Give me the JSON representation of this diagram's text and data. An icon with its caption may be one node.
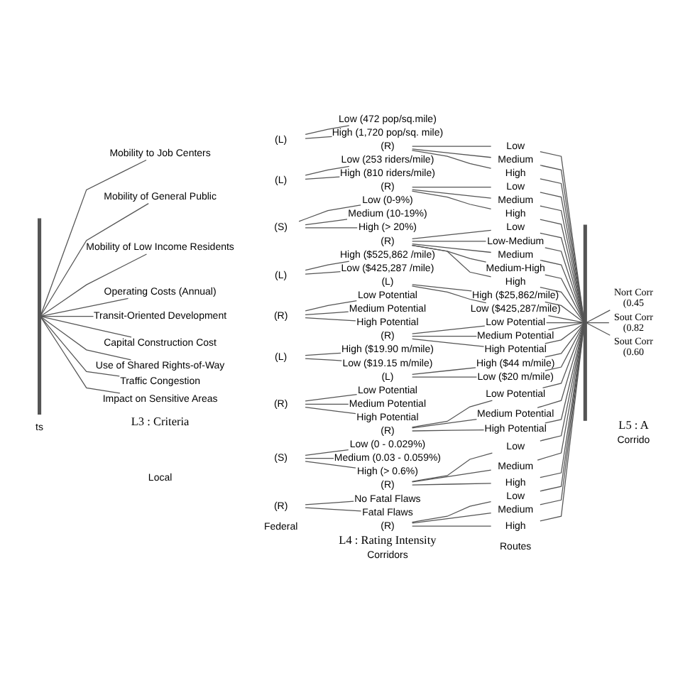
{
  "diagram": {
    "nodes": [
      {
        "text": [],
        "shape": "bar"
      },
      {
        "text": [
          "Mobility to Job Centers"
        ]
      },
      {
        "text": [
          "(L)"
        ]
      },
      {
        "text": [
          "Low (472 pop/sq.mile)"
        ]
      },
      {
        "text": [
          "High (1,720 pop/sq. mile)"
        ]
      },
      {
        "text": [
          "(R)"
        ]
      },
      {
        "text": [
          "Low"
        ]
      },
      {
        "text": [
          "Medium"
        ]
      },
      {
        "text": [
          "High"
        ]
      },
      {
        "text": [
          "Mobility of General Public"
        ]
      },
      {
        "text": [
          "(L)"
        ]
      },
      {
        "text": [
          "Low (253 riders/mile)"
        ]
      },
      {
        "text": [
          "High (810 riders/mile)"
        ]
      },
      {
        "text": [
          "(R)"
        ]
      },
      {
        "text": [
          "Low"
        ]
      },
      {
        "text": [
          "Medium"
        ]
      },
      {
        "text": [
          "High"
        ]
      },
      {
        "text": [
          "Mobility of Low Income Residents"
        ]
      },
      {
        "text": [
          "(S)"
        ]
      },
      {
        "text": [
          "Low (0-9%)"
        ]
      },
      {
        "text": [
          "Medium (10-19%)"
        ]
      },
      {
        "text": [
          "High (> 20%)"
        ]
      },
      {
        "text": [
          "(R)"
        ]
      },
      {
        "text": [
          "Low"
        ]
      },
      {
        "text": [
          "Low-Medium"
        ]
      },
      {
        "text": [
          "Medium"
        ]
      },
      {
        "text": [
          "Medium-High"
        ]
      },
      {
        "text": [
          "High"
        ]
      },
      {
        "text": [
          "Operating Costs (Annual)"
        ]
      },
      {
        "text": [
          "(L)"
        ]
      },
      {
        "text": [
          "High ($525,862 /mile)"
        ]
      },
      {
        "text": [
          "Low ($425,287 /mile)"
        ]
      },
      {
        "text": [
          "(L)"
        ]
      },
      {
        "text": [
          "High ($25,862/mile)"
        ]
      },
      {
        "text": [
          "Low ($425,287/mile)"
        ]
      },
      {
        "text": [
          "Transit-Oriented Development"
        ]
      },
      {
        "text": [
          "(R)"
        ]
      },
      {
        "text": [
          "Low Potential"
        ]
      },
      {
        "text": [
          "Medium Potential"
        ]
      },
      {
        "text": [
          "High Potential"
        ]
      },
      {
        "text": [
          "(R)"
        ]
      },
      {
        "text": [
          "Low Potential"
        ]
      },
      {
        "text": [
          "Medium Potential"
        ]
      },
      {
        "text": [
          "High Potential"
        ]
      },
      {
        "text": [
          "Capital Construction Cost"
        ]
      },
      {
        "text": [
          "(L)"
        ]
      },
      {
        "text": [
          "High ($19.90 m/mile)"
        ]
      },
      {
        "text": [
          "Low ($19.15 m/mile)"
        ]
      },
      {
        "text": [
          "(L)"
        ]
      },
      {
        "text": [
          "High ($44 m/mile)"
        ]
      },
      {
        "text": [
          "Low ($20 m/mile)"
        ]
      },
      {
        "text": [
          "Use of Shared Rights-of-Way"
        ]
      },
      {
        "text": [
          "(R)"
        ]
      },
      {
        "text": [
          "Low Potential"
        ]
      },
      {
        "text": [
          "Medium Potential"
        ]
      },
      {
        "text": [
          "High Potential"
        ]
      },
      {
        "text": [
          "(R)"
        ]
      },
      {
        "text": [
          "Low Potential"
        ]
      },
      {
        "text": [
          "Medium Potential"
        ]
      },
      {
        "text": [
          "High Potential"
        ]
      },
      {
        "text": [
          "Traffic Congestion"
        ]
      },
      {
        "text": [
          "(S)"
        ]
      },
      {
        "text": [
          "Low (0 - 0.029%)"
        ]
      },
      {
        "text": [
          "Medium (0.03 - 0.059%)"
        ]
      },
      {
        "text": [
          "High (> 0.6%)"
        ]
      },
      {
        "text": [
          "(R)"
        ]
      },
      {
        "text": [
          "Low"
        ]
      },
      {
        "text": [
          "Medium"
        ]
      },
      {
        "text": [
          "High"
        ]
      },
      {
        "text": [
          "Impact on Sensitive Areas"
        ]
      },
      {
        "text": [
          "(R)"
        ]
      },
      {
        "text": [
          "No Fatal Flaws"
        ]
      },
      {
        "text": [
          "Fatal Flaws"
        ]
      },
      {
        "text": [
          "(R)"
        ]
      },
      {
        "text": [
          "Low"
        ]
      },
      {
        "text": [
          "Medium"
        ]
      },
      {
        "text": [
          "High"
        ]
      },
      {
        "text": [],
        "shape": "bar"
      },
      {
        "text": [
          "Nort Corr",
          "(0.45"
        ]
      },
      {
        "text": [
          "Sout Corr",
          "(0.82"
        ]
      },
      {
        "text": [
          "Sout Corr",
          "(0.60"
        ]
      }
    ],
    "edges": [
      {
        "from": 0,
        "to": 1,
        "arrow": "none"
      },
      {
        "from": 0,
        "to": 9,
        "arrow": "none"
      },
      {
        "from": 0,
        "to": 17,
        "arrow": "none"
      },
      {
        "from": 0,
        "to": 28,
        "arrow": "none"
      },
      {
        "from": 0,
        "to": 35,
        "arrow": "none"
      },
      {
        "from": 0,
        "to": 44,
        "arrow": "none"
      },
      {
        "from": 0,
        "to": 51,
        "arrow": "none"
      },
      {
        "from": 0,
        "to": 60,
        "arrow": "none"
      },
      {
        "from": 0,
        "to": 69,
        "arrow": "none"
      },
      {
        "from": 2,
        "to": 3,
        "arrow": "none"
      },
      {
        "from": 2,
        "to": 4,
        "arrow": "none"
      },
      {
        "from": 5,
        "to": 6,
        "arrow": "none"
      },
      {
        "from": 5,
        "to": 7,
        "arrow": "none"
      },
      {
        "from": 5,
        "to": 8,
        "arrow": "none"
      },
      {
        "from": 10,
        "to": 11,
        "arrow": "none"
      },
      {
        "from": 10,
        "to": 12,
        "arrow": "none"
      },
      {
        "from": 13,
        "to": 14,
        "arrow": "none"
      },
      {
        "from": 13,
        "to": 15,
        "arrow": "none"
      },
      {
        "from": 13,
        "to": 16,
        "arrow": "none"
      },
      {
        "from": 18,
        "to": 19,
        "arrow": "none"
      },
      {
        "from": 18,
        "to": 20,
        "arrow": "none"
      },
      {
        "from": 18,
        "to": 21,
        "arrow": "none"
      },
      {
        "from": 22,
        "to": 23,
        "arrow": "none"
      },
      {
        "from": 22,
        "to": 24,
        "arrow": "none"
      },
      {
        "from": 22,
        "to": 25,
        "arrow": "none"
      },
      {
        "from": 22,
        "to": 26,
        "arrow": "none"
      },
      {
        "from": 22,
        "to": 27,
        "arrow": "none"
      },
      {
        "from": 29,
        "to": 30,
        "arrow": "none"
      },
      {
        "from": 29,
        "to": 31,
        "arrow": "none"
      },
      {
        "from": 32,
        "to": 33,
        "arrow": "none"
      },
      {
        "from": 32,
        "to": 34,
        "arrow": "none"
      },
      {
        "from": 36,
        "to": 37,
        "arrow": "none"
      },
      {
        "from": 36,
        "to": 38,
        "arrow": "none"
      },
      {
        "from": 36,
        "to": 39,
        "arrow": "none"
      },
      {
        "from": 40,
        "to": 41,
        "arrow": "none"
      },
      {
        "from": 40,
        "to": 42,
        "arrow": "none"
      },
      {
        "from": 40,
        "to": 43,
        "arrow": "none"
      },
      {
        "from": 45,
        "to": 46,
        "arrow": "none"
      },
      {
        "from": 45,
        "to": 47,
        "arrow": "none"
      },
      {
        "from": 48,
        "to": 49,
        "arrow": "none"
      },
      {
        "from": 48,
        "to": 50,
        "arrow": "none"
      },
      {
        "from": 52,
        "to": 53,
        "arrow": "none"
      },
      {
        "from": 52,
        "to": 54,
        "arrow": "none"
      },
      {
        "from": 52,
        "to": 55,
        "arrow": "none"
      },
      {
        "from": 56,
        "to": 57,
        "arrow": "none"
      },
      {
        "from": 56,
        "to": 58,
        "arrow": "none"
      },
      {
        "from": 56,
        "to": 59,
        "arrow": "none"
      },
      {
        "from": 61,
        "to": 62,
        "arrow": "none"
      },
      {
        "from": 61,
        "to": 63,
        "arrow": "none"
      },
      {
        "from": 61,
        "to": 64,
        "arrow": "none"
      },
      {
        "from": 65,
        "to": 66,
        "arrow": "none"
      },
      {
        "from": 65,
        "to": 67,
        "arrow": "none"
      },
      {
        "from": 65,
        "to": 68,
        "arrow": "none"
      },
      {
        "from": 70,
        "to": 71,
        "arrow": "none"
      },
      {
        "from": 70,
        "to": 72,
        "arrow": "none"
      },
      {
        "from": 73,
        "to": 74,
        "arrow": "none"
      },
      {
        "from": 73,
        "to": 75,
        "arrow": "none"
      },
      {
        "from": 73,
        "to": 76,
        "arrow": "none"
      },
      {
        "from": 6,
        "to": 77,
        "arrow": "none"
      },
      {
        "from": 7,
        "to": 77,
        "arrow": "none"
      },
      {
        "from": 8,
        "to": 77,
        "arrow": "none"
      },
      {
        "from": 14,
        "to": 77,
        "arrow": "none"
      },
      {
        "from": 15,
        "to": 77,
        "arrow": "none"
      },
      {
        "from": 16,
        "to": 77,
        "arrow": "none"
      },
      {
        "from": 23,
        "to": 77,
        "arrow": "none"
      },
      {
        "from": 24,
        "to": 77,
        "arrow": "none"
      },
      {
        "from": 25,
        "to": 77,
        "arrow": "none"
      },
      {
        "from": 26,
        "to": 77,
        "arrow": "none"
      },
      {
        "from": 27,
        "to": 77,
        "arrow": "none"
      },
      {
        "from": 33,
        "to": 77,
        "arrow": "none"
      },
      {
        "from": 34,
        "to": 77,
        "arrow": "none"
      },
      {
        "from": 41,
        "to": 77,
        "arrow": "none"
      },
      {
        "from": 42,
        "to": 77,
        "arrow": "none"
      },
      {
        "from": 43,
        "to": 77,
        "arrow": "none"
      },
      {
        "from": 49,
        "to": 77,
        "arrow": "none"
      },
      {
        "from": 50,
        "to": 77,
        "arrow": "none"
      },
      {
        "from": 57,
        "to": 77,
        "arrow": "none"
      },
      {
        "from": 58,
        "to": 77,
        "arrow": "none"
      },
      {
        "from": 59,
        "to": 77,
        "arrow": "none"
      },
      {
        "from": 66,
        "to": 77,
        "arrow": "none"
      },
      {
        "from": 67,
        "to": 77,
        "arrow": "none"
      },
      {
        "from": 68,
        "to": 77,
        "arrow": "none"
      },
      {
        "from": 74,
        "to": 77,
        "arrow": "none"
      },
      {
        "from": 75,
        "to": 77,
        "arrow": "none"
      },
      {
        "from": 76,
        "to": 77,
        "arrow": "none"
      },
      {
        "from": 77,
        "to": 78,
        "arrow": "none"
      },
      {
        "from": 77,
        "to": 79,
        "arrow": "none"
      },
      {
        "from": 77,
        "to": 80,
        "arrow": "none"
      }
    ],
    "labels": [
      "ts",
      "L3 : Criteria",
      "Local",
      "Federal",
      "L4 : Rating Intensity",
      "Corridors",
      "Routes",
      "L5 : A",
      "Corrido"
    ]
  }
}
